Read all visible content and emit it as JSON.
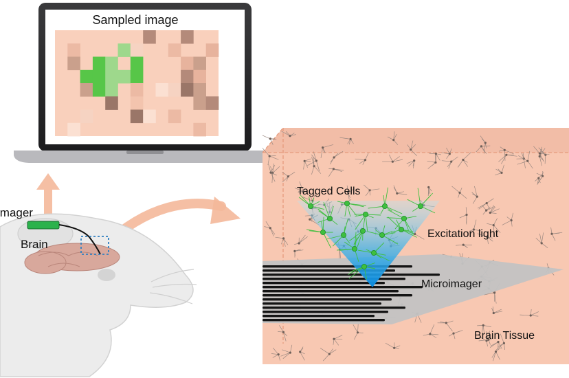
{
  "laptop": {
    "title": "Sampled image"
  },
  "labels": {
    "imager": "imager",
    "brain": "Brain",
    "tagged_cells": "Tagged Cells",
    "excitation_light": "Excitation light",
    "microimager": "Microimager",
    "brain_tissue": "Brain Tissue"
  },
  "colors": {
    "tissue": "#f8c8b2",
    "arrow": "#f4b89a",
    "tagged_cell": "#3fbf3f",
    "excitation_beam": "#1ea0e6",
    "electrode": "#141414",
    "mouse": "#e6e6e6"
  }
}
